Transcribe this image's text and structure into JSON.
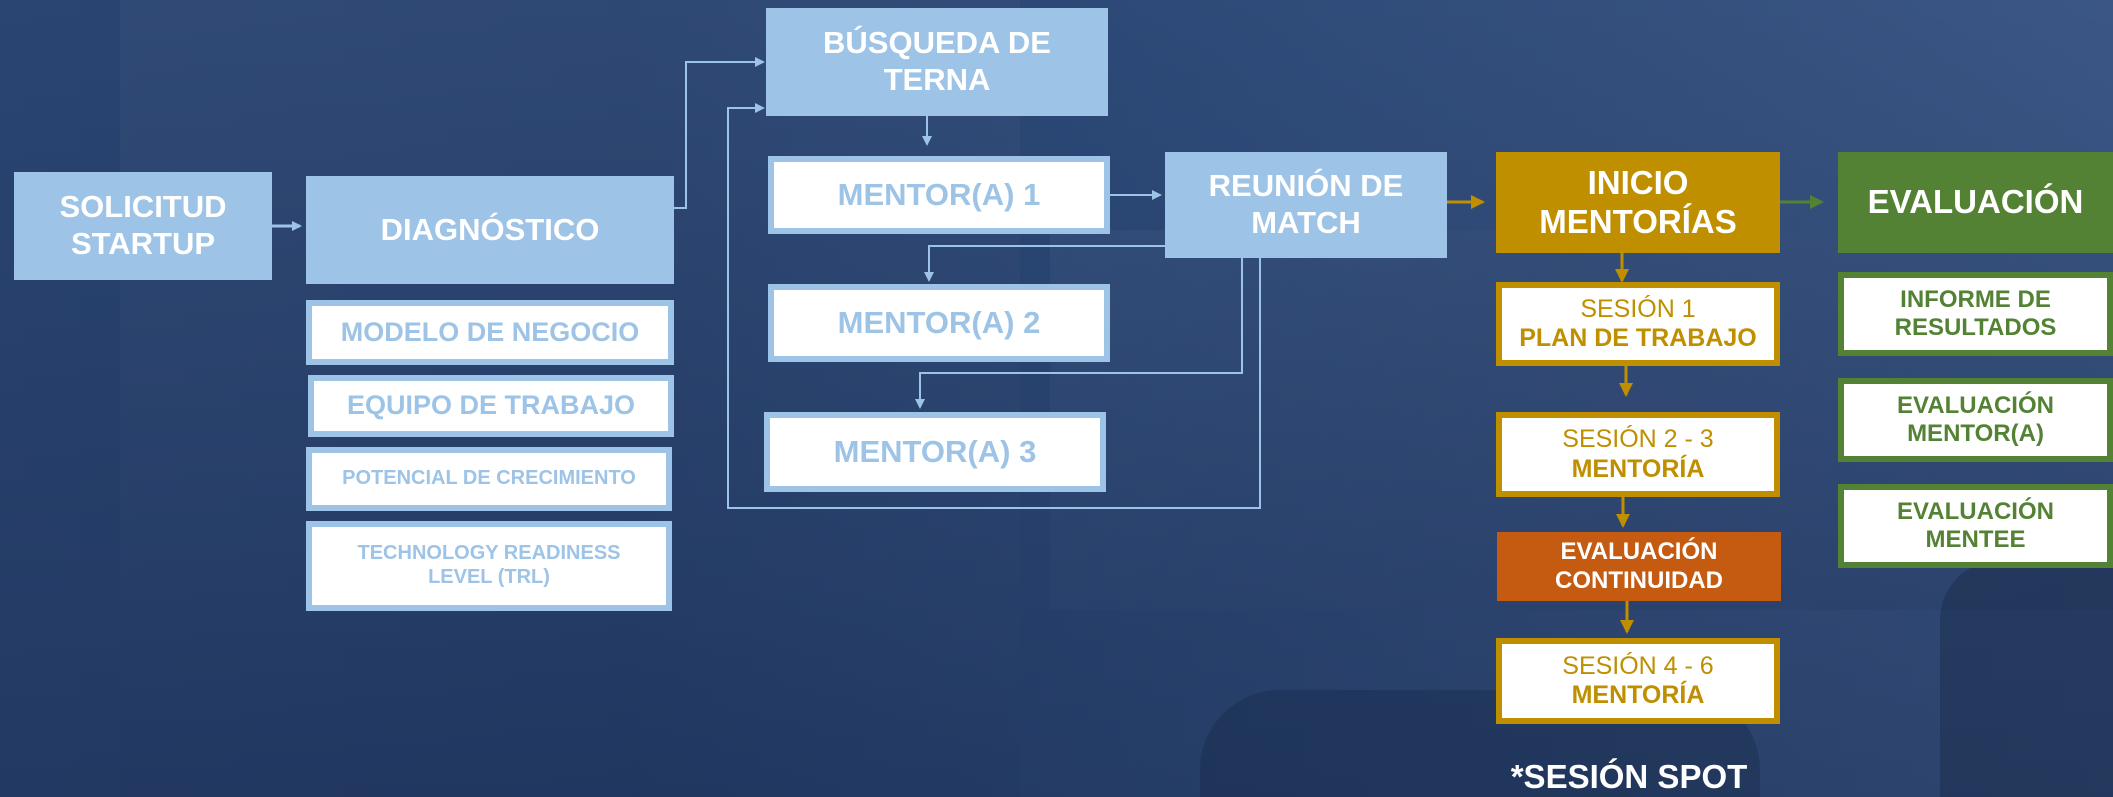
{
  "colors": {
    "blue": "#9dc3e6",
    "gold": "#bf8f00",
    "orange": "#c55a11",
    "green": "#548235",
    "white": "#ffffff"
  },
  "nodes": {
    "solicitud": [
      "SOLICITUD",
      "STARTUP"
    ],
    "diagnostico": "DIAGNÓSTICO",
    "modelo": "MODELO DE NEGOCIO",
    "equipo": "EQUIPO DE TRABAJO",
    "potencial": "POTENCIAL DE CRECIMIENTO",
    "trl": [
      "TECHNOLOGY READINESS",
      "LEVEL (TRL)"
    ],
    "busqueda": [
      "BÚSQUEDA DE",
      "TERNA"
    ],
    "mentor1": "MENTOR(A) 1",
    "mentor2": "MENTOR(A) 2",
    "mentor3": "MENTOR(A) 3",
    "reunion": [
      "REUNIÓN DE",
      "MATCH"
    ],
    "inicio": [
      "INICIO",
      "MENTORÍAS"
    ],
    "sesion1": {
      "top": "SESIÓN 1",
      "bottom": "PLAN DE TRABAJO"
    },
    "sesion23": {
      "top": "SESIÓN 2 - 3",
      "bottom": "MENTORÍA"
    },
    "eval_continuidad": [
      "EVALUACIÓN",
      "CONTINUIDAD"
    ],
    "sesion46": {
      "top": "SESIÓN 4 - 6",
      "bottom": "MENTORÍA"
    },
    "spot": "*SESIÓN SPOT",
    "evaluacion": "EVALUACIÓN",
    "informe": [
      "INFORME DE",
      "RESULTADOS"
    ],
    "eval_mentor": [
      "EVALUACIÓN",
      "MENTOR(A)"
    ],
    "eval_mentee": [
      "EVALUACIÓN",
      "MENTEE"
    ]
  }
}
